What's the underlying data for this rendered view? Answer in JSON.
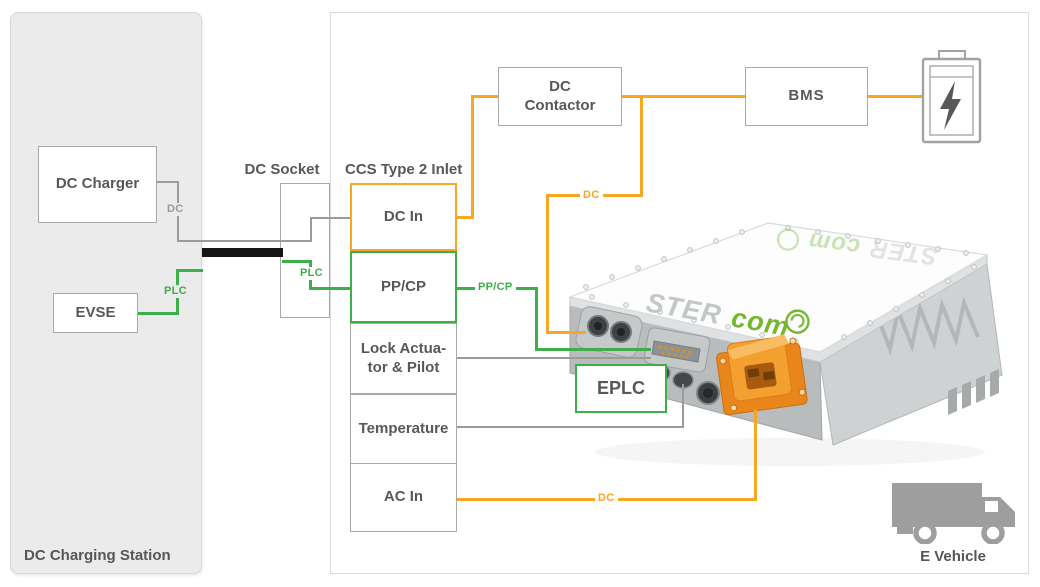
{
  "station": {
    "title": "DC Charging Station",
    "charger_label": "DC Charger",
    "evse_label": "EVSE"
  },
  "socket_label": "DC Socket",
  "inlet": {
    "title": "CCS Type 2 Inlet",
    "dc_in": "DC In",
    "ppcp": "PP/CP",
    "lock": "Lock Actua-\ntor & Pilot",
    "temperature": "Temperature",
    "ac_in": "AC In"
  },
  "vehicle": {
    "title": "E Vehicle",
    "contactor": "DC\nContactor",
    "bms": "BMS",
    "eplc": "EPLC"
  },
  "wire_labels": {
    "dc_charger_out": "DC",
    "plc_station": "PLC",
    "plc_inlet": "PLC",
    "dc_link": "DC",
    "ppcp_link": "PP/CP",
    "dc_ac_link": "DC"
  },
  "device_logo": {
    "ster": "STER",
    "com": "com"
  },
  "colors": {
    "orange": "#F6A723",
    "green": "#3DAE49",
    "gray": "#9B9B9B"
  }
}
